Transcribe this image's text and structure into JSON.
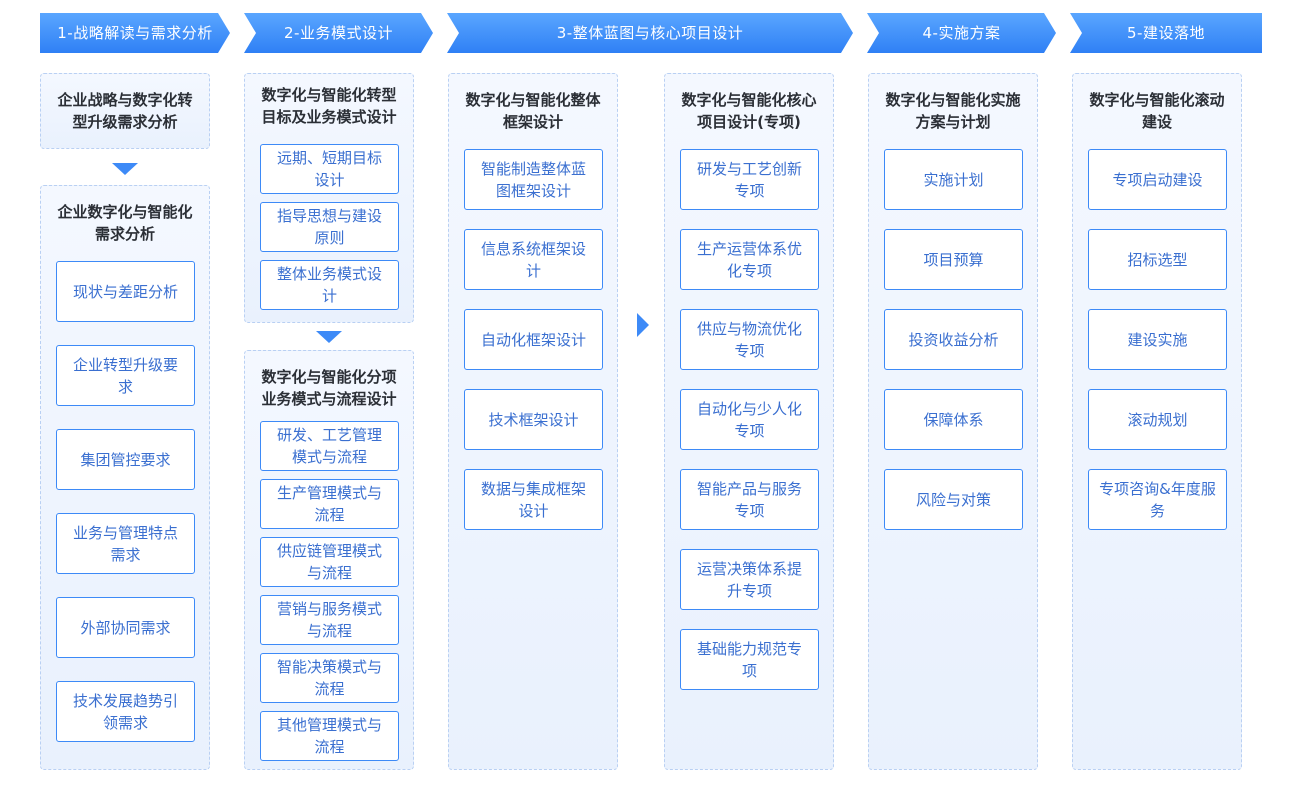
{
  "stages": [
    "1-战略解读与需求分析",
    "2-业务模式设计",
    "3-整体蓝图与核心项目设计",
    "4-实施方案",
    "5-建设落地"
  ],
  "col1": {
    "top_title": "企业战略与数字化转型升级需求分析",
    "bottom_title": "企业数字化与智能化需求分析",
    "items": [
      "现状与差距分析",
      "企业转型升级要求",
      "集团管控要求",
      "业务与管理特点需求",
      "外部协同需求",
      "技术发展趋势引领需求"
    ]
  },
  "col2": {
    "top_title": "数字化与智能化转型目标及业务模式设计",
    "top_items": [
      "远期、短期目标设计",
      "指导思想与建设原则",
      "整体业务模式设计"
    ],
    "bottom_title": "数字化与智能化分项业务模式与流程设计",
    "bottom_items": [
      "研发、工艺管理模式与流程",
      "生产管理模式与流程",
      "供应链管理模式与流程",
      "营销与服务模式与流程",
      "智能决策模式与流程",
      "其他管理模式与流程"
    ]
  },
  "col3a": {
    "title": "数字化与智能化整体框架设计",
    "items": [
      "智能制造整体蓝图框架设计",
      "信息系统框架设计",
      "自动化框架设计",
      "技术框架设计",
      "数据与集成框架设计"
    ]
  },
  "col3b": {
    "title": "数字化与智能化核心项目设计(专项)",
    "items": [
      "研发与工艺创新专项",
      "生产运营体系优化专项",
      "供应与物流优化专项",
      "自动化与少人化专项",
      "智能产品与服务专项",
      "运营决策体系提升专项",
      "基础能力规范专项"
    ]
  },
  "col4": {
    "title": "数字化与智能化实施方案与计划",
    "items": [
      "实施计划",
      "项目预算",
      "投资收益分析",
      "保障体系",
      "风险与对策"
    ]
  },
  "col5": {
    "title": "数字化与智能化滚动建设",
    "items": [
      "专项启动建设",
      "招标选型",
      "建设实施",
      "滚动规划",
      "专项咨询&年度服务"
    ]
  },
  "colors": {
    "accent": "#3d8af7",
    "banner_top": "#5aa6ff",
    "banner_bottom": "#2f80f5",
    "panel_bg": "#eef4fd",
    "box_text": "#3a6fd0"
  },
  "icons": {
    "flow_down": "triangle-down-icon",
    "flow_right": "triangle-right-icon"
  }
}
